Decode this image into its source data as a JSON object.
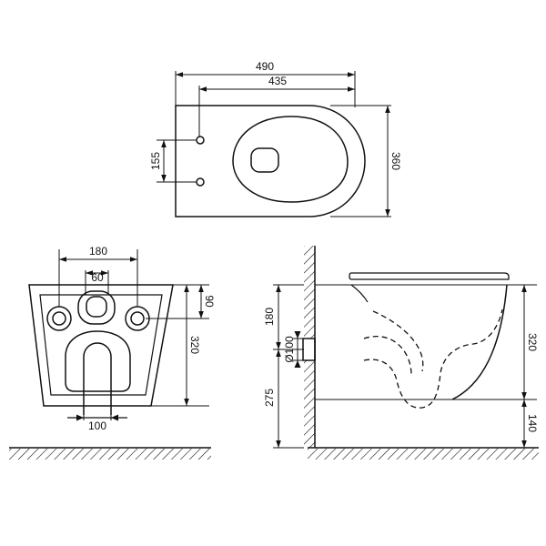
{
  "colors": {
    "line": "#111111",
    "background": "#ffffff"
  },
  "top_view": {
    "overall_length": "490",
    "pan_length": "435",
    "height": "360",
    "bolt_spacing": "155"
  },
  "front_view": {
    "bolt_spacing": "180",
    "outlet_width": "60",
    "inlet_offset": "90",
    "height": "320",
    "waste_width": "100"
  },
  "side_view": {
    "upper_height": "180",
    "lower_height": "275",
    "pipe_diameter": "Ø100",
    "bowl_height": "320",
    "floor_clearance": "140"
  }
}
